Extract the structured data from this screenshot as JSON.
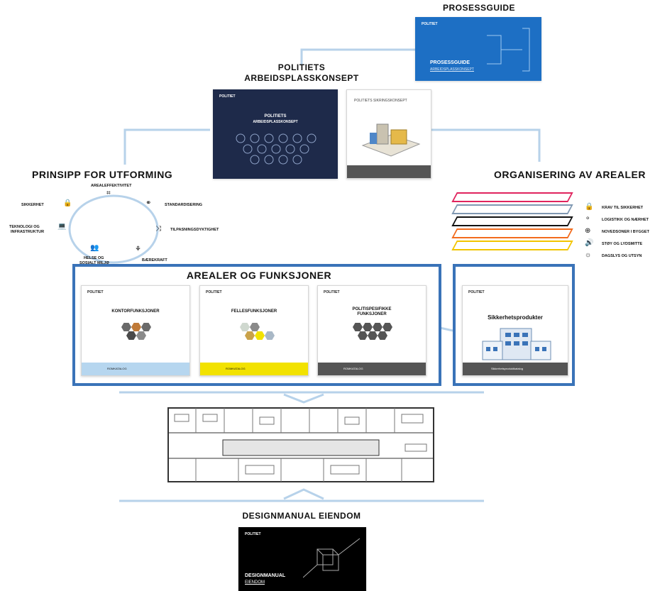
{
  "headings": {
    "prosessguide": "PROSESSGUIDE",
    "arbeidsplass_1": "POLITIETS",
    "arbeidsplass_2": "ARBEIDSPLASSKONSEPT",
    "prinsipp": "PRINSIPP FOR UTFORMING",
    "organisering": "ORGANISERING AV AREALER",
    "arealer": "AREALER OG FUNKSJONER",
    "designmanual": "DESIGNMANUAL EIENDOM"
  },
  "covers": {
    "logo": "POLITIET",
    "prosess_title": "PROSESSGUIDE",
    "prosess_sub": "ARBEIDSPLASSKONSEPT",
    "apk_title": "POLITIETS",
    "apk_sub": "ARBEIDSPLASSKONSEPT",
    "skiring_title": "POLITIETS SIKRINGSKONSEPT",
    "kontor": "KONTORFUNKSJONER",
    "felles": "FELLESFUNKSJONER",
    "politi_1": "POLITISPESIFIKKE",
    "politi_2": "FUNKSJONER",
    "romkatalog": "ROMKATALOG",
    "sikkerhet": "Sikkerhetsprodukter",
    "sikkerhet_foot": "Sikkerhetsproduktkatalog",
    "design_1": "DESIGNMANUAL",
    "design_2": "EIENDOM"
  },
  "principles": {
    "arealeffektivitet": "AREALEFFEKTIVITET",
    "standardisering": "STANDARDISERING",
    "tilpasning": "TILPASNINGSDYKTIGHET",
    "baerekraft": "BÆREKRAFT",
    "helse_1": "HELSE OG",
    "helse_2": "SOSIALT MILJØ",
    "teknologi_1": "TEKNOLOGI OG",
    "teknologi_2": "INFRASTRUKTUR",
    "sikkerhet": "SIKKERHET"
  },
  "organisering": [
    {
      "label": "KRAV TIL SIKKERHET",
      "color": "#e0245e",
      "icon": "lock-icon"
    },
    {
      "label": "LOGISTIKK OG NÆRHET",
      "color": "#7f98b2",
      "icon": "network-icon"
    },
    {
      "label": "NOVEDSONER I BYGGET",
      "color": "#111111",
      "icon": "zones-icon"
    },
    {
      "label": "STØY OG LYDSMITTE",
      "color": "#f26b1d",
      "icon": "sound-icon"
    },
    {
      "label": "DAGSLYS OG UTSYN",
      "color": "#f2c500",
      "icon": "sun-icon"
    }
  ],
  "colors": {
    "frame": "#3a73b8",
    "line": "#b7d2ea",
    "navy": "#1e2a4a",
    "prosess": "#1d6fc4",
    "yellow": "#f2e200",
    "lightblue": "#b6d6ef"
  }
}
